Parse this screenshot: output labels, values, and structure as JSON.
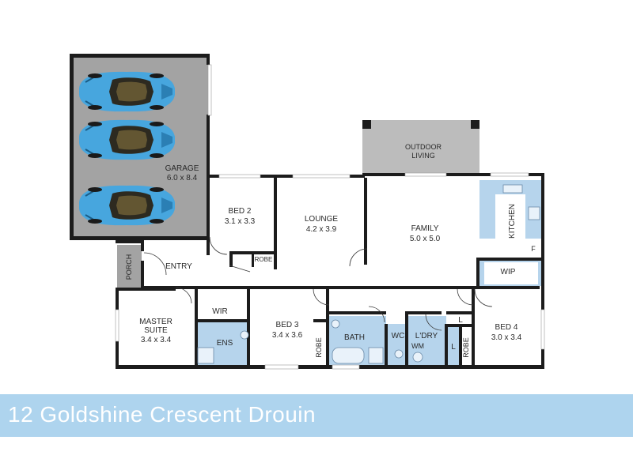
{
  "listing": {
    "address": "12 Goldshine Crescent Drouin"
  },
  "rooms": {
    "garage": {
      "name": "GARAGE",
      "size": "6.0 x 8.4"
    },
    "outdoor": {
      "name_line1": "OUTDOOR",
      "name_line2": "LIVING"
    },
    "bed2": {
      "name": "BED 2",
      "size": "3.1 x 3.3"
    },
    "lounge": {
      "name": "LOUNGE",
      "size": "4.2 x 3.9"
    },
    "family": {
      "name": "FAMILY",
      "size": "5.0 x 5.0"
    },
    "kitchen": {
      "name": "KITCHEN"
    },
    "fridge": {
      "name": "F"
    },
    "wip": {
      "name": "WIP"
    },
    "porch": {
      "name": "PORCH"
    },
    "entry": {
      "name": "ENTRY"
    },
    "robe_bed2": {
      "name": "ROBE"
    },
    "master": {
      "name_line1": "MASTER",
      "name_line2": "SUITE",
      "size": "3.4 x 3.4"
    },
    "wir": {
      "name": "WIR"
    },
    "ens": {
      "name": "ENS"
    },
    "bed3": {
      "name": "BED 3",
      "size": "3.4 x 3.6"
    },
    "robe_bed3": {
      "name": "ROBE"
    },
    "bath": {
      "name": "BATH"
    },
    "wc": {
      "name": "WC"
    },
    "laundry": {
      "name_line1": "L'DRY",
      "name_line2": "WM"
    },
    "linen1": {
      "name": "L"
    },
    "linen2": {
      "name": "L"
    },
    "robe_bed4": {
      "name": "ROBE"
    },
    "bed4": {
      "name": "BED 4",
      "size": "3.0 x 3.4"
    }
  },
  "colors": {
    "wall": "#1c1c1c",
    "garage_floor": "#a3a3a3",
    "outdoor_floor": "#bcbcbc",
    "wet_area": "#b6d4ec",
    "car_body": "#3f9ad2",
    "banner": "#aed4ee"
  }
}
